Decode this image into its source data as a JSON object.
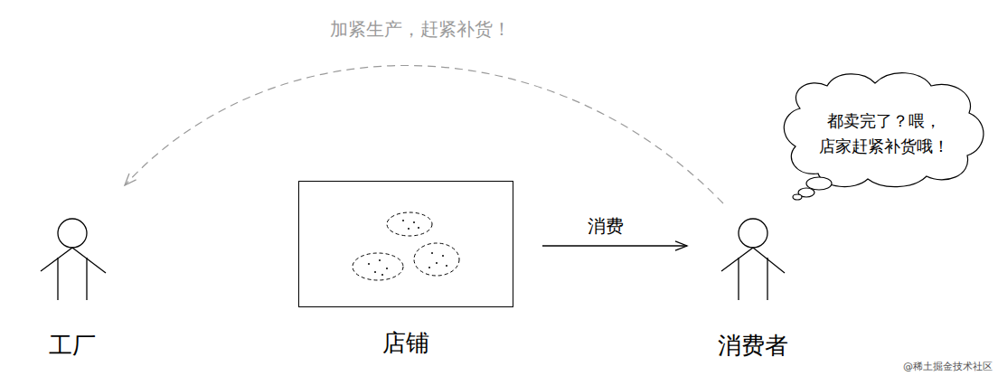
{
  "diagram": {
    "nodes": [
      {
        "text": [
          "工厂"
        ]
      },
      {
        "text": [
          "店铺"
        ]
      },
      {
        "text": [
          "消费者"
        ]
      },
      {
        "text": [
          "都卖完了？喂， 店家赶紧补货哦！"
        ]
      }
    ],
    "edges": [
      {
        "from": 1,
        "to": 2,
        "label": "消费",
        "arrow": "to"
      },
      {
        "from": 2,
        "to": 0,
        "label": "加紧生产，赶紧补货！",
        "arrow": "to"
      }
    ],
    "labels": [
      "@稀土掘金技术社区"
    ]
  }
}
